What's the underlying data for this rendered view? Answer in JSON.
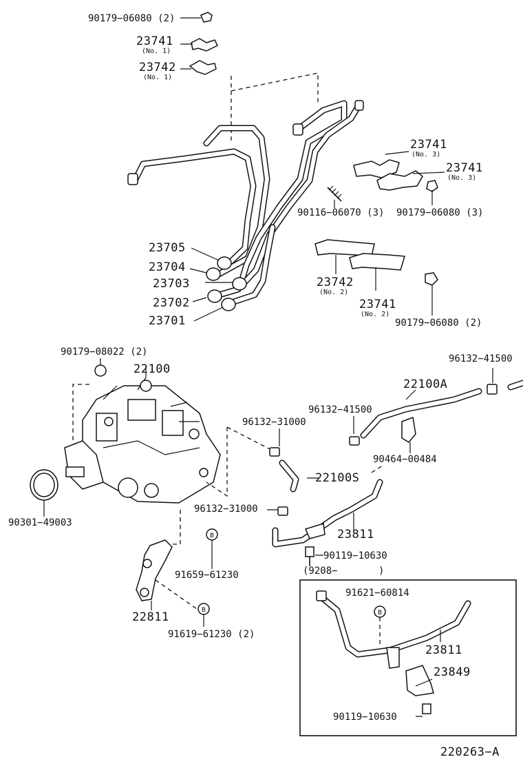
{
  "labels": {
    "l01": "90179−06080 (2)",
    "l02": "23741",
    "l02s": "(No. 1)",
    "l03": "23742",
    "l03s": "(No. 1)",
    "l04": "23741",
    "l04s": "(No. 3)",
    "l05": "23741",
    "l05s": "(No. 3)",
    "l06": "90116−06070 (3)",
    "l07": "90179−06080 (3)",
    "l08": "23705",
    "l09": "23704",
    "l10": "23703",
    "l11": "23702",
    "l12": "23701",
    "l13": "23742",
    "l13s": "(No. 2)",
    "l14": "23741",
    "l14s": "(No. 2)",
    "l15": "90179−06080 (2)",
    "l16": "90179−08022 (2)",
    "l17": "22100",
    "l18": "96132−41500",
    "l19": "22100A",
    "l20": "96132−41500",
    "l21": "96132−31000",
    "l22": "90464−00484",
    "l23": "22100S",
    "l24": "90301−49003",
    "l25": "96132−31000",
    "l26": "23811",
    "l27": "90119−10630",
    "l28": "(9208−",
    "l28b": ")",
    "l29": "91659−61230",
    "l30": "91621−60814",
    "l31": "22811",
    "l32": "23811",
    "l33": "91619−61230 (2)",
    "l34": "23849",
    "l35": "90119−10630",
    "footer": "220263−A"
  },
  "markers": {
    "b_symbol": "B"
  },
  "icons": [
    "clip-icon",
    "clamp-icon",
    "grommet-icon",
    "bolt-icon",
    "washer-icon",
    "pump-icon",
    "hose-icon",
    "pipe-icon",
    "bracket-icon"
  ]
}
